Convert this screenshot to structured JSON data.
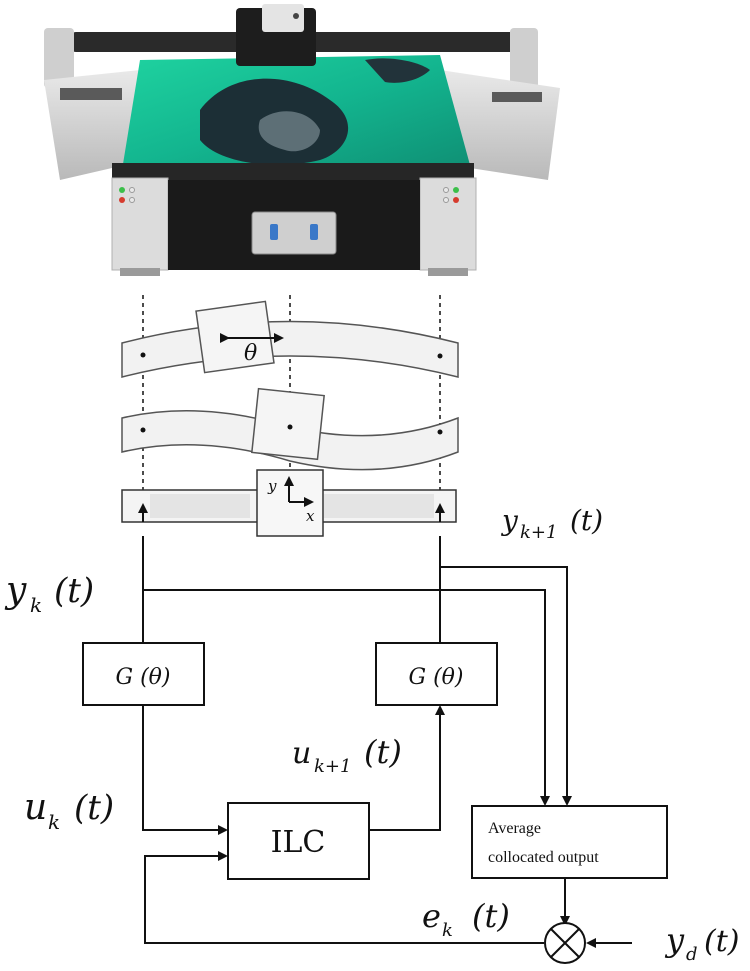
{
  "signals": {
    "y_k": "y",
    "y_k_sub": "k",
    "y_k1": "y",
    "y_k1_sub": "k+1",
    "u_k": "u",
    "u_k_sub": "k",
    "u_k1": "u",
    "u_k1_sub": "k+1",
    "e_k": "e",
    "e_k_sub": "k",
    "y_d": "y",
    "y_d_sub": "d",
    "time_arg": "(t)"
  },
  "blocks": {
    "g_left": "G (θ)",
    "g_right": "G (θ)",
    "ilc": "ILC",
    "average_line1": "Average",
    "average_line2": "collocated output"
  },
  "axes": {
    "y": "y",
    "x": "x",
    "theta": "θ"
  }
}
